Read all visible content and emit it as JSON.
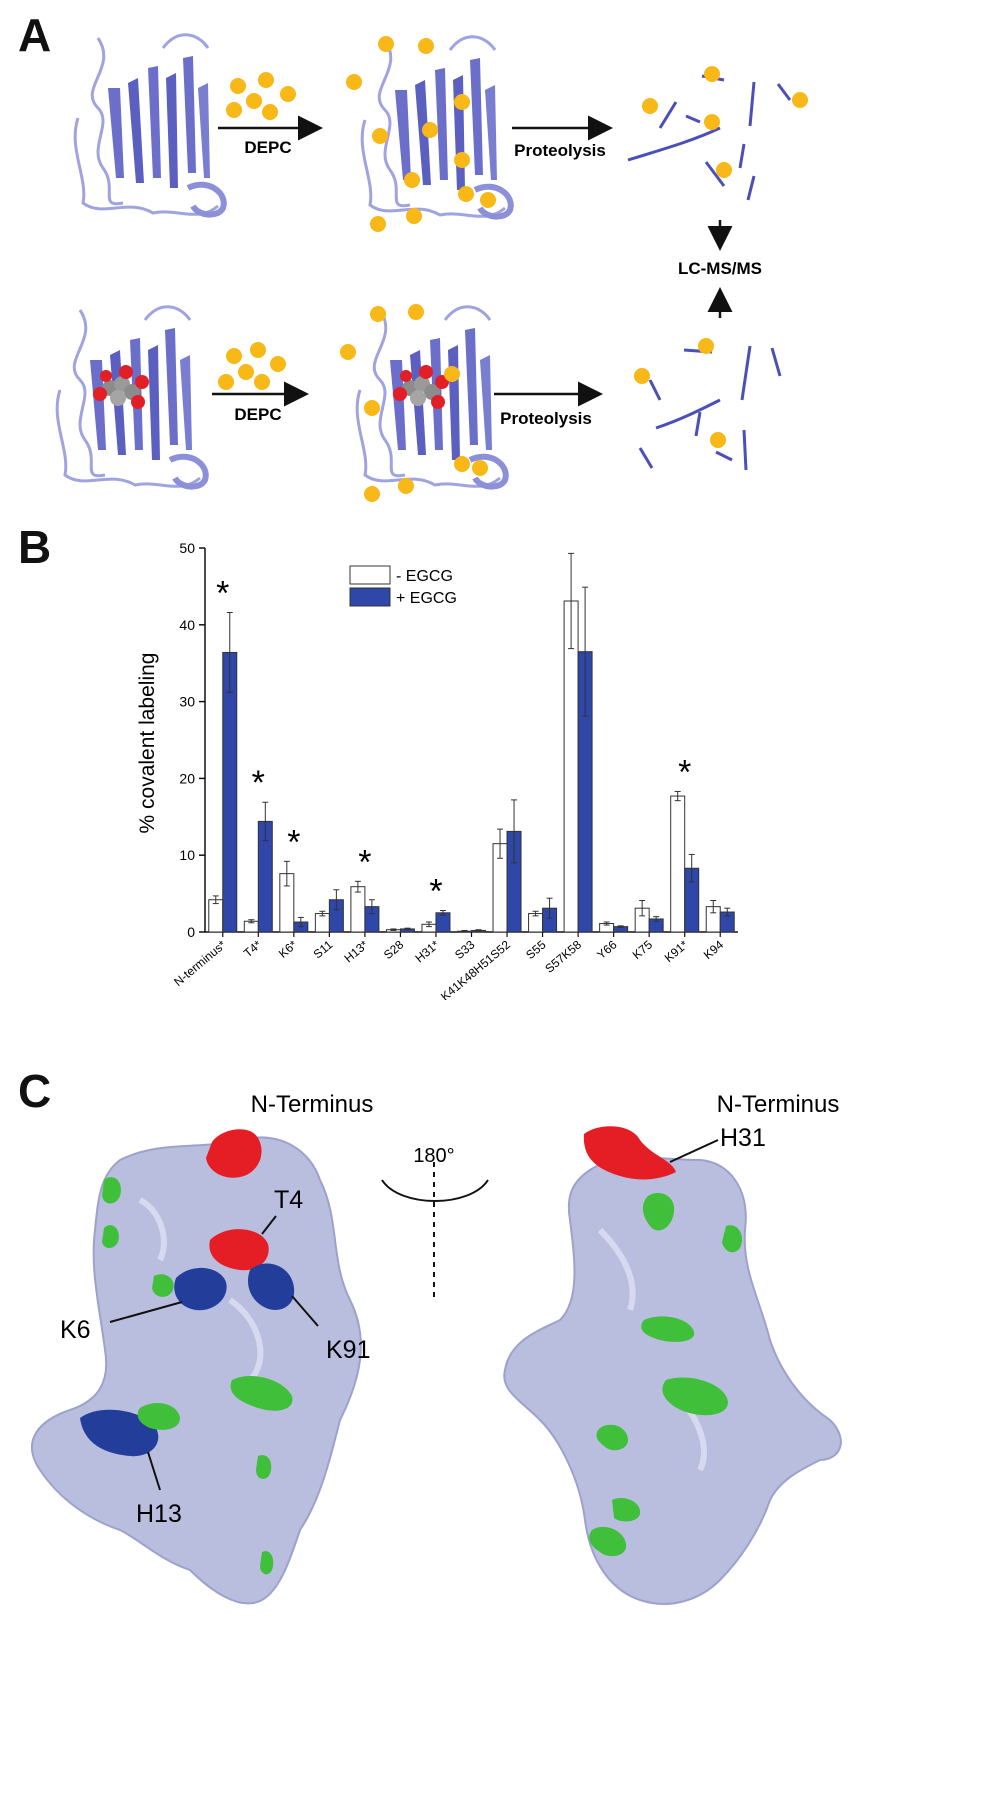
{
  "panels": {
    "a": "A",
    "b": "B",
    "c": "C"
  },
  "scheme": {
    "reagent": "DEPC",
    "digest": "Proteolysis",
    "detection": "LC-MS/MS"
  },
  "colors": {
    "ribbon": "#6b6fc9",
    "ribbon_light": "#9fa3e0",
    "label_dot": "#f7b818",
    "open_bar": "#ffffff",
    "egcg_bar": "#2e47a8",
    "surface": "#b9bedf",
    "sig_increase": "#e51e25",
    "sig_decrease": "#233d9b",
    "nonsig": "#3fbf3a"
  },
  "chart_data": {
    "type": "bar",
    "ylabel": "% covalent labeling",
    "ylim": [
      0,
      50
    ],
    "yticks": [
      "0",
      "10",
      "20",
      "30",
      "40",
      "50"
    ],
    "categories": [
      "N-terminus*",
      "T4*",
      "K6*",
      "S11",
      "H13*",
      "S28",
      "H31*",
      "S33",
      "K41K48H51S52",
      "S55",
      "S57K58",
      "Y66",
      "K75",
      "K91*",
      "K94"
    ],
    "series": [
      {
        "name": "- EGCG",
        "values": [
          4.2,
          1.4,
          7.6,
          2.4,
          5.9,
          0.3,
          1.0,
          0.1,
          11.5,
          2.4,
          43.1,
          1.1,
          3.1,
          17.7,
          3.3
        ],
        "errors": [
          0.5,
          0.2,
          1.6,
          0.3,
          0.7,
          0.1,
          0.3,
          0.1,
          1.9,
          0.3,
          6.2,
          0.2,
          1.0,
          0.6,
          0.8
        ]
      },
      {
        "name": "+ EGCG",
        "values": [
          36.4,
          14.4,
          1.3,
          4.2,
          3.3,
          0.4,
          2.5,
          0.2,
          13.1,
          3.1,
          36.5,
          0.7,
          1.7,
          8.3,
          2.6
        ],
        "errors": [
          5.2,
          2.5,
          0.6,
          1.3,
          0.9,
          0.1,
          0.3,
          0.1,
          4.1,
          1.3,
          8.4,
          0.1,
          0.3,
          1.8,
          0.5
        ]
      }
    ],
    "significance": [
      "*",
      "*",
      "*",
      "",
      "*",
      "",
      "*",
      "",
      "",
      "",
      "",
      "",
      "",
      "*",
      ""
    ],
    "legend_position": "top-center"
  },
  "structure": {
    "left_title": "N-Terminus",
    "right_title": "N-Terminus",
    "rotation": "180°",
    "labels": {
      "t4": "T4",
      "k6": "K6",
      "k91": "K91",
      "h13": "H13",
      "h31": "H31"
    }
  }
}
